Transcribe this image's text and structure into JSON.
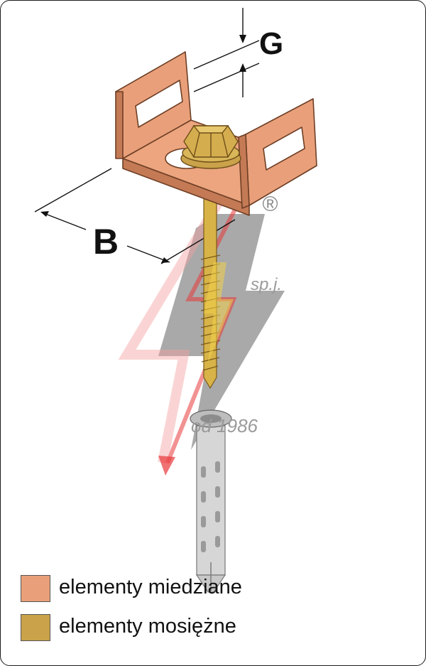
{
  "dimensions": {
    "g": "G",
    "b": "B"
  },
  "watermark": {
    "registered": "®",
    "company_suffix": "sp.j.",
    "since": "od 1986"
  },
  "legend": [
    {
      "label": "elementy miedziane",
      "color": "#e9a07a"
    },
    {
      "label": "elementy mosiężne",
      "color": "#c9a24a"
    }
  ],
  "colors": {
    "copper": "#e9a07a",
    "copper_dark": "#c47a55",
    "brass": "#c9a24a",
    "plug": "#d6d6d6",
    "logo_red": "#e8383a",
    "logo_gray": "#8c8c8c"
  }
}
